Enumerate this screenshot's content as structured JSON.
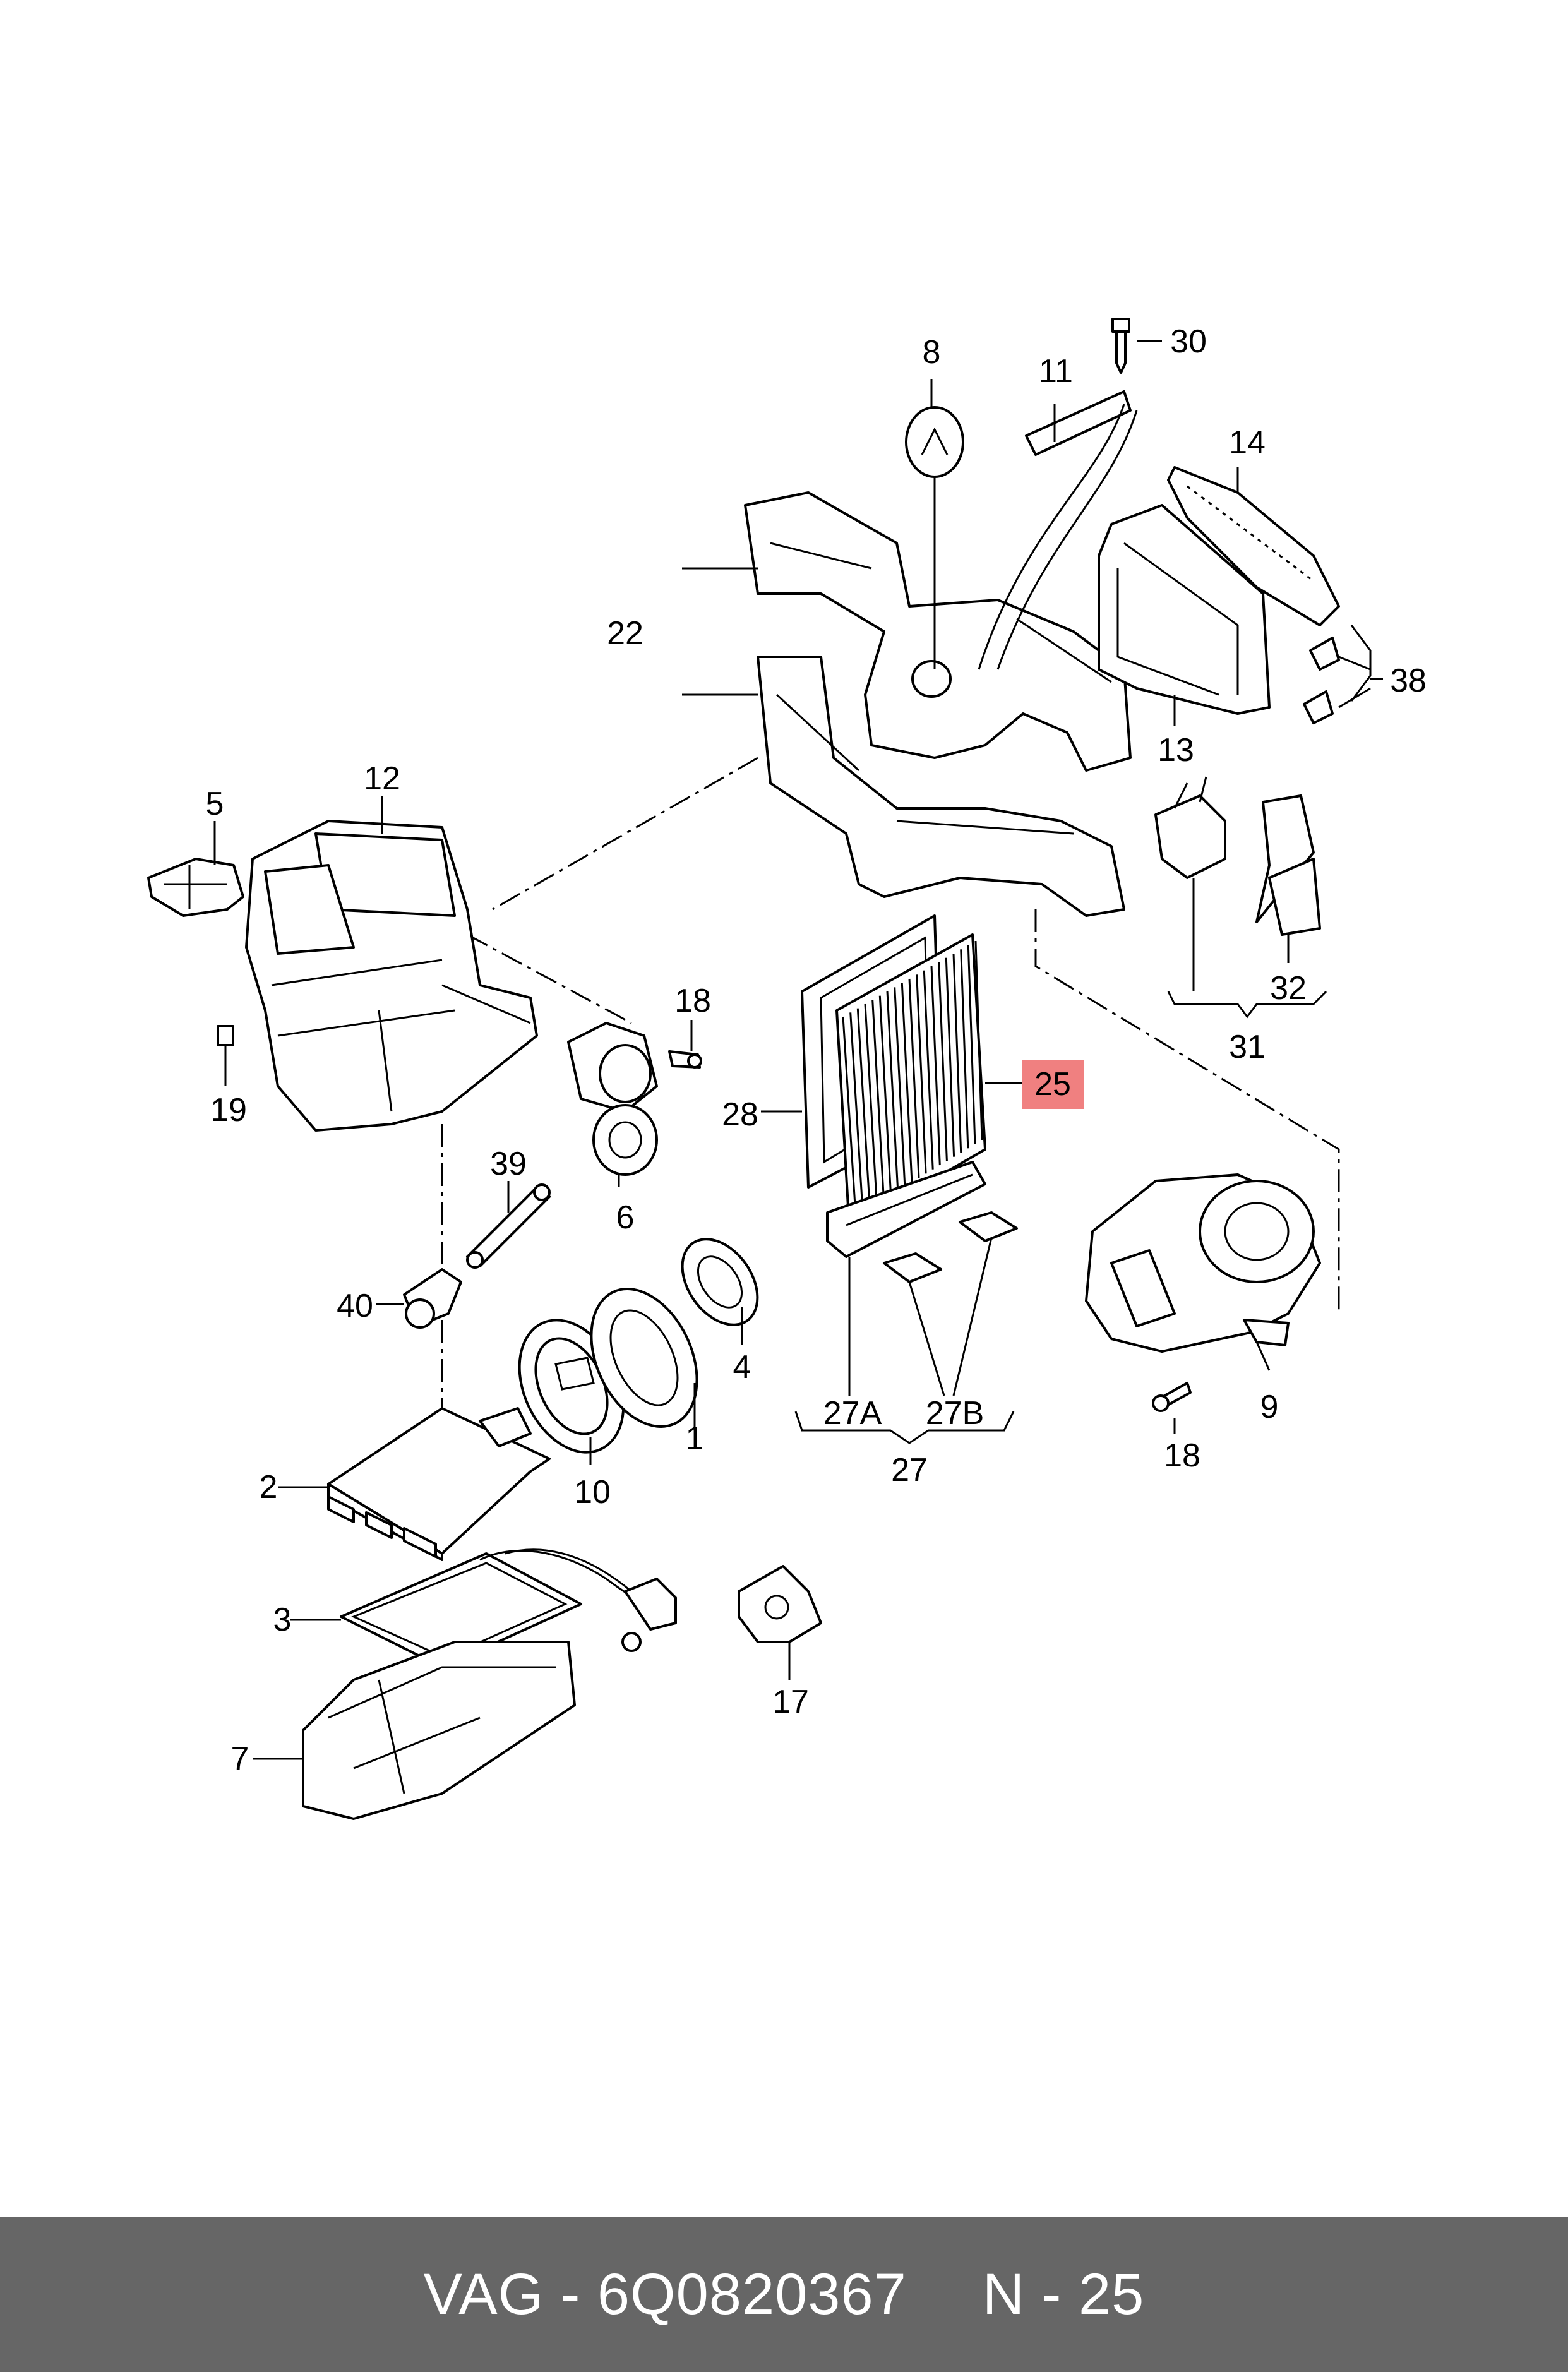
{
  "footer": {
    "part_number_line": "VAG - 6Q0820367",
    "reference": "N - 25"
  },
  "highlight_color": "#f08080",
  "callouts": [
    {
      "id": "1",
      "label": "1"
    },
    {
      "id": "2",
      "label": "2"
    },
    {
      "id": "3",
      "label": "3"
    },
    {
      "id": "4",
      "label": "4"
    },
    {
      "id": "5",
      "label": "5"
    },
    {
      "id": "6",
      "label": "6"
    },
    {
      "id": "7",
      "label": "7"
    },
    {
      "id": "8",
      "label": "8"
    },
    {
      "id": "9",
      "label": "9"
    },
    {
      "id": "10",
      "label": "10"
    },
    {
      "id": "11",
      "label": "11"
    },
    {
      "id": "12",
      "label": "12"
    },
    {
      "id": "13",
      "label": "13"
    },
    {
      "id": "14",
      "label": "14"
    },
    {
      "id": "17",
      "label": "17"
    },
    {
      "id": "18a",
      "label": "18"
    },
    {
      "id": "18b",
      "label": "18"
    },
    {
      "id": "19",
      "label": "19"
    },
    {
      "id": "22",
      "label": "22"
    },
    {
      "id": "25",
      "label": "25",
      "highlighted": true
    },
    {
      "id": "27",
      "label": "27"
    },
    {
      "id": "27A",
      "label": "27A"
    },
    {
      "id": "27B",
      "label": "27B"
    },
    {
      "id": "28",
      "label": "28"
    },
    {
      "id": "30",
      "label": "30"
    },
    {
      "id": "31",
      "label": "31"
    },
    {
      "id": "32",
      "label": "32"
    },
    {
      "id": "38",
      "label": "38"
    },
    {
      "id": "39",
      "label": "39"
    },
    {
      "id": "40",
      "label": "40"
    }
  ]
}
